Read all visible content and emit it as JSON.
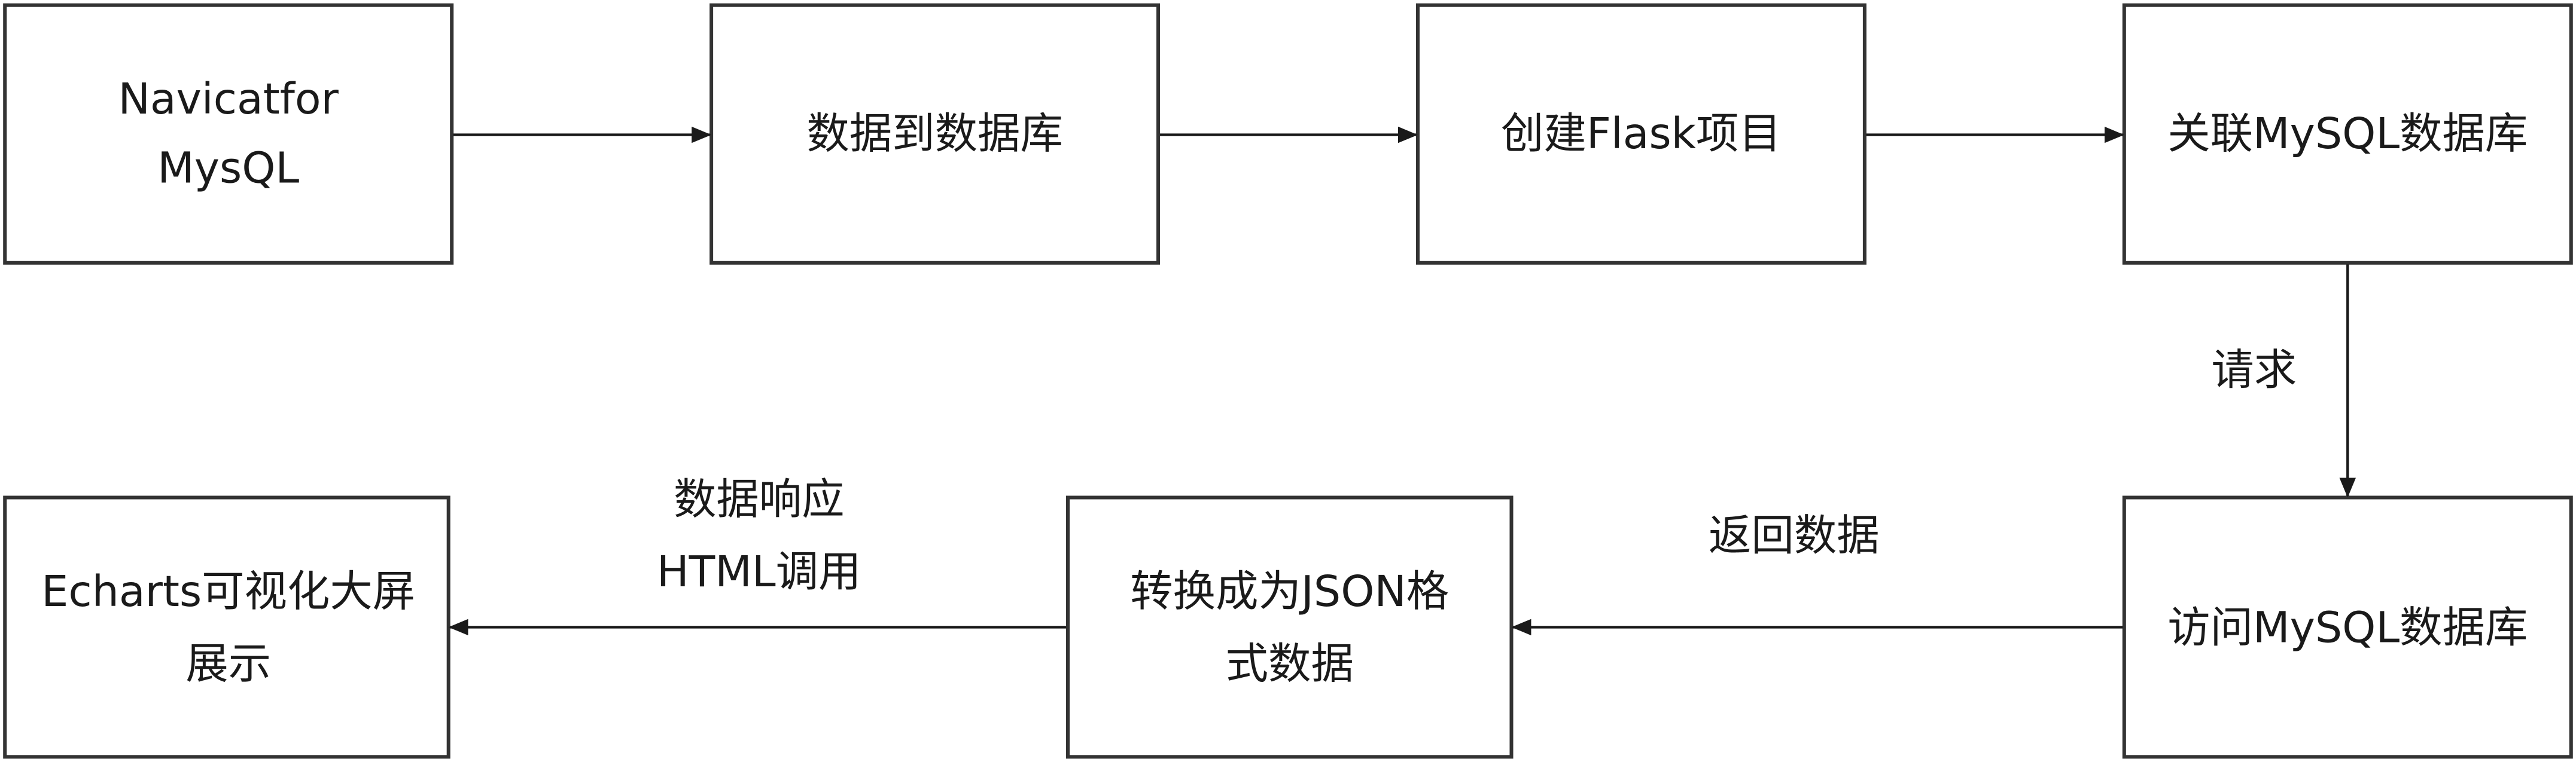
{
  "nodes": {
    "navicat": [
      "Navicatfor",
      "MysQL"
    ],
    "import": [
      "数据到数据库"
    ],
    "flask": [
      "创建Flask项目"
    ],
    "link_mysql": [
      "关联MySQL数据库"
    ],
    "access_mysql": [
      "访问MySQL数据库"
    ],
    "to_json": [
      "转换成为JSON格",
      "式数据"
    ],
    "echarts": [
      "Echarts可视化大屏",
      "展示"
    ]
  },
  "edges": {
    "request": "请求",
    "return_data": "返回数据",
    "response": [
      "数据响应",
      "HTML调用"
    ]
  },
  "colors": {
    "stroke": "#333333",
    "text": "#1a1a1a",
    "background": "#ffffff"
  }
}
